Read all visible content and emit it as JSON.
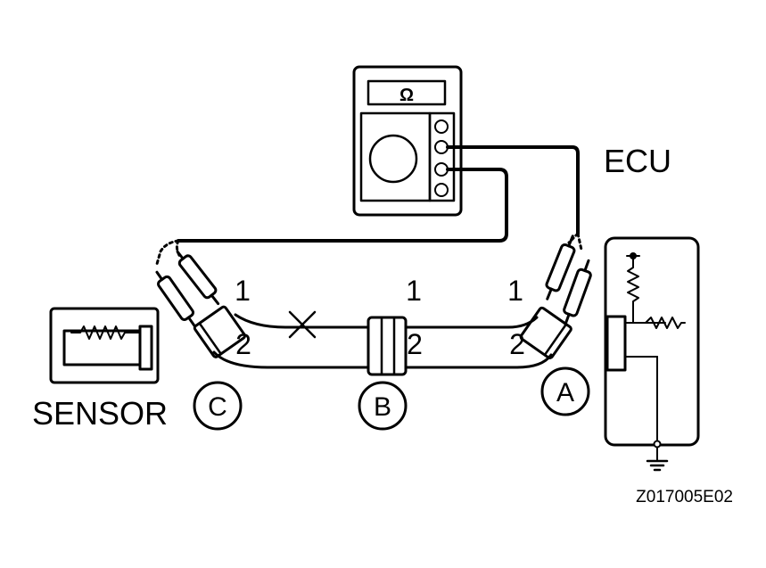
{
  "labels": {
    "ecu": "ECU",
    "sensor": "SENSOR",
    "figure_code": "Z017005E02",
    "meter_symbol": "Ω"
  },
  "connectors": {
    "a": "A",
    "b": "B",
    "c": "C"
  },
  "pins": {
    "c_pin1": "1",
    "c_pin2": "2",
    "b_pin1": "1",
    "b_pin2": "2",
    "a_pin1": "1",
    "a_pin2": "2"
  }
}
